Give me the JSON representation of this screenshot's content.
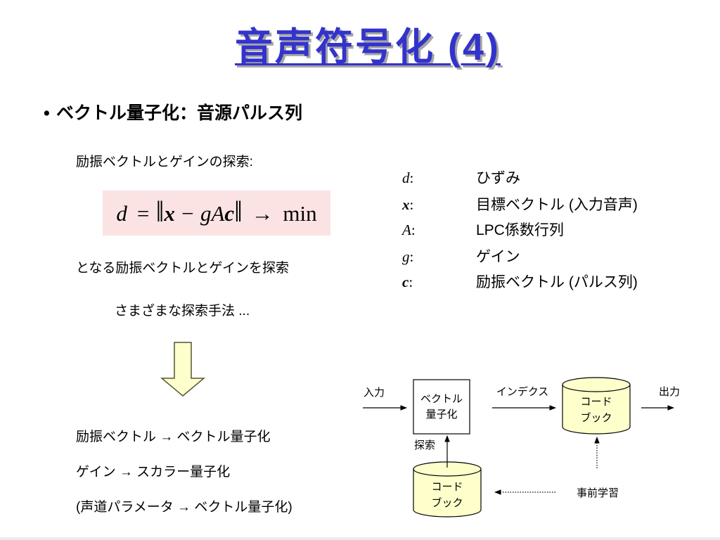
{
  "colors": {
    "title": "#3333cc",
    "title_shadow": "#a6a6a6",
    "formula_background": "#fbe3e3",
    "down_arrow_fill": "#ffffcc",
    "codebook_fill": "#ffffcc"
  },
  "title": "音声符号化 (4)",
  "heading": {
    "marker": "•",
    "text": "ベクトル量子化：音源パルス列"
  },
  "left": {
    "search_label": "励振ベクトルとゲインの探索:",
    "formula": [
      "d",
      "=",
      "‖",
      "x",
      "−",
      "g",
      "A",
      "c",
      "‖",
      "→",
      "min"
    ],
    "search_result": "となる励振ベクトルとゲインを探索",
    "methods": "さまざまな探索手法 ...",
    "quantization": [
      "励振ベクトル → ベクトル量子化",
      "ゲイン → スカラー量子化",
      "(声道パラメータ → ベクトル量子化)"
    ]
  },
  "legend": [
    {
      "symbol": "d",
      "colon": ":",
      "description": "ひずみ"
    },
    {
      "symbol": "x",
      "colon": ":",
      "description": "目標ベクトル (入力音声)"
    },
    {
      "symbol": "A",
      "colon": ":",
      "description": "LPC係数行列"
    },
    {
      "symbol": "g",
      "colon": ":",
      "description": "ゲイン"
    },
    {
      "symbol": "c",
      "colon": ":",
      "description": "励振ベクトル (パルス列)"
    }
  ],
  "diagram": {
    "input_label": "入力",
    "quantizer": [
      "ベクトル",
      "量子化"
    ],
    "index_label": "インデクス",
    "codebook_main": [
      "コード",
      "ブック"
    ],
    "output_label": "出力",
    "search_label": "探索",
    "codebook_training": [
      "コード",
      "ブック"
    ],
    "training_label": "事前学習"
  }
}
